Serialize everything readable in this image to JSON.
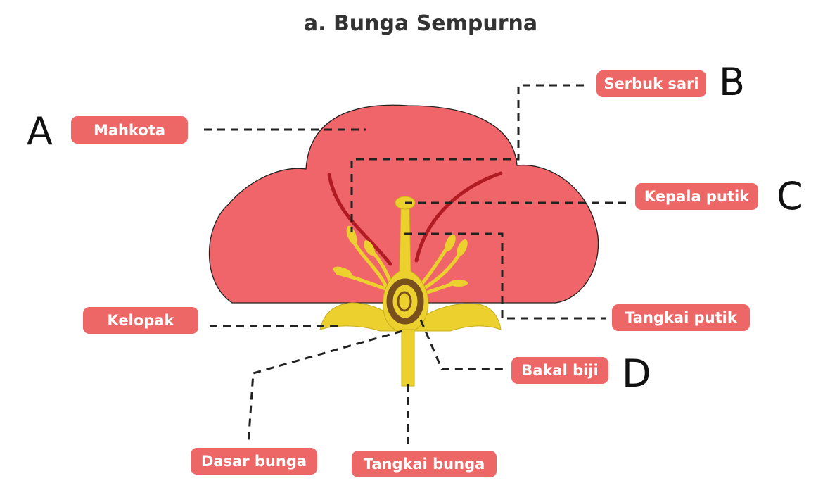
{
  "title": "a. Bunga Sempurna",
  "labels": {
    "mahkota": "Mahkota",
    "serbuk_sari": "Serbuk sari",
    "kepala_putik": "Kepala putik",
    "tangkai_putik": "Tangkai putik",
    "kelopak": "Kelopak",
    "bakal_biji": "Bakal biji",
    "dasar_bunga": "Dasar bunga",
    "tangkai_bunga": "Tangkai bunga"
  },
  "letters": {
    "a": "A",
    "b": "B",
    "c": "C",
    "d": "D"
  },
  "colors": {
    "petal": "#f0656a",
    "petal_vein": "#b01c22",
    "sepal_stamen": "#ecd12e",
    "ovary": "#7a4f1e",
    "label_bg": "#ee6767"
  }
}
